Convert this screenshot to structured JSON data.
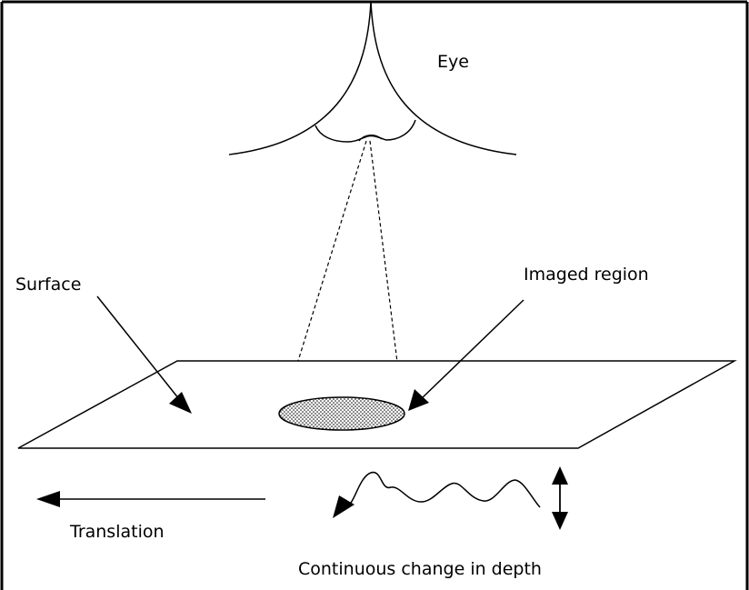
{
  "labels": {
    "eye": "Eye",
    "surface": "Surface",
    "imaged_region": "Imaged region",
    "translation": "Translation",
    "depth_change": "Continuous change in depth"
  },
  "colors": {
    "stroke": "#000000",
    "background": "#ffffff",
    "fill": "#ffffff",
    "dots": "#000000"
  }
}
